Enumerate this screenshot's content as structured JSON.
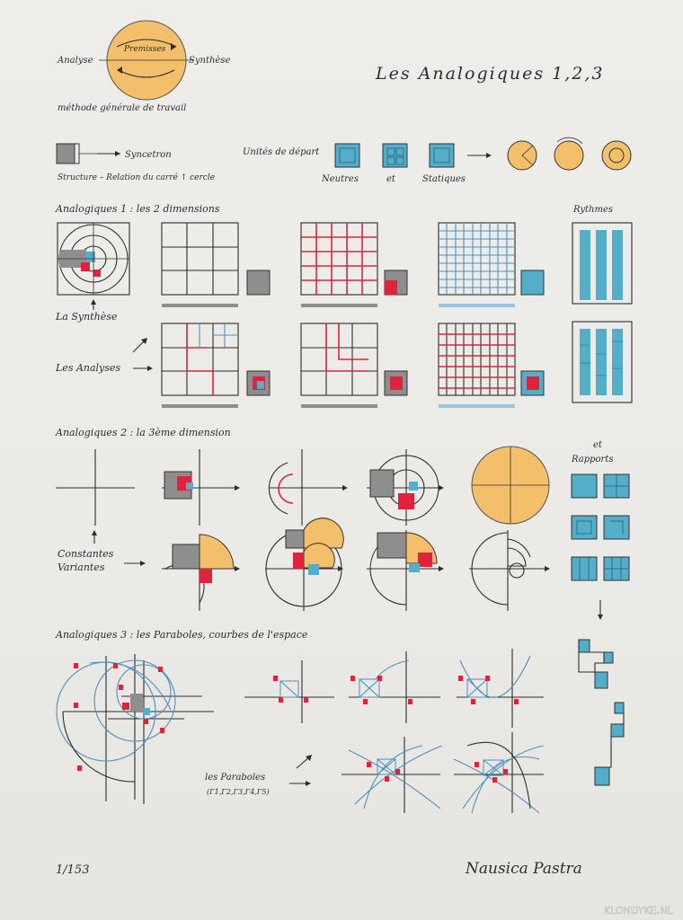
{
  "title": "Les Analogiques 1,2,3",
  "top_diagram": {
    "left_label": "Analyse",
    "center_label": "Premisses",
    "right_label": "Synthèse",
    "caption": "méthode générale de travail"
  },
  "row2": {
    "syncetron": "Syncetron",
    "structure": "Structure – Relation du carré ↑ cercle",
    "unites": "Unités de départ",
    "neutres": "Neutres",
    "et": "et",
    "statiques": "Statiques"
  },
  "section1": {
    "heading": "Analogiques 1 : les 2 dimensions",
    "synthese": "La Synthèse",
    "analyses": "Les Analyses",
    "rythmes": "Rythmes"
  },
  "section2": {
    "heading": "Analogiques 2 : la 3ème dimension",
    "constantes": "Constantes",
    "variantes": "Variantes",
    "et_rapports_1": "et",
    "et_rapports_2": "Rapports"
  },
  "section3": {
    "heading": "Analogiques 3 : les Paraboles, courbes de l'espace",
    "paraboles": "les Paraboles",
    "paraboles_sub": "(Γ1,Γ2,Γ3,Γ4,Γ5)"
  },
  "footer": {
    "edition": "1/153",
    "signature": "Nausica Pastra",
    "watermark": "KLONDYKE.NL"
  },
  "colors": {
    "orange": "#f3bf6a",
    "red": "#e0223d",
    "cyan": "#55aec9",
    "gray": "#8e8e8e",
    "ink": "#2b2b2b"
  }
}
